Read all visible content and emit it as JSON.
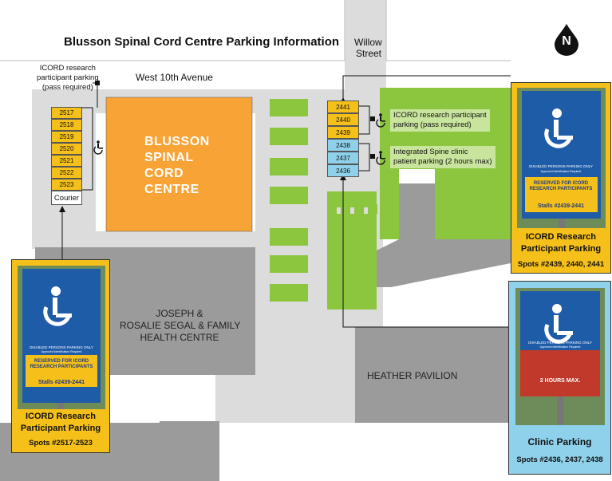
{
  "title": "Blusson Spinal Cord Centre Parking Information",
  "streets": {
    "willow_line1": "Willow",
    "willow_line2": "Street",
    "west10": "West 10th Avenue"
  },
  "north_label": "N",
  "buildings": {
    "blusson": [
      "BLUSSON",
      "SPINAL",
      "CORD",
      "CENTRE"
    ],
    "segal": [
      "JOSEPH &",
      "ROSALIE SEGAL & FAMILY",
      "HEALTH CENTRE"
    ],
    "heather": "HEATHER PAVILION"
  },
  "notes": {
    "top_left": [
      "ICORD research",
      "participant parking",
      "(pass required)"
    ],
    "icord_right": [
      "ICORD research participant",
      "parking (pass required)"
    ],
    "clinic_right": [
      "Integrated Spine clinic",
      "patient parking (2 hours max)"
    ]
  },
  "stalls_left": [
    "2517",
    "2518",
    "2519",
    "2520",
    "2521",
    "2522",
    "2523"
  ],
  "courier": "Courier",
  "stalls_right_icord": [
    "2441",
    "2440",
    "2439"
  ],
  "stalls_right_clinic": [
    "2438",
    "2437",
    "2436"
  ],
  "cards": {
    "left": {
      "title": [
        "ICORD Research",
        "Participant Parking"
      ],
      "spots": "Spots #2517-2523"
    },
    "right_top": {
      "title": [
        "ICORD Research",
        "Participant Parking"
      ],
      "spots": "Spots #2439, 2440, 2441"
    },
    "right_bottom": {
      "title": "Clinic Parking",
      "spots": "Spots #2436, 2437, 2438"
    }
  },
  "sign_icord": {
    "header": "DISABLED PERSONS PARKING ONLY",
    "sub": "Approved Identification Required",
    "reserved": [
      "RESERVED FOR ICORD",
      "RESEARCH PARTICIPANTS"
    ],
    "stalls_left": "Stalls #2439-2441",
    "stalls_right": "Stalls #2439-2441"
  },
  "sign_clinic": {
    "header": "DISABLED PERSONS PARKING ONLY",
    "sub": "Approved Identification Required",
    "max": "2 HOURS MAX."
  },
  "colors": {
    "road_gray": "#dcdcdc",
    "building_gray": "#9b9b9b",
    "blusson_orange": "#f7a335",
    "green": "#8cc63e",
    "stall_yellow": "#f5c01a",
    "stall_blue": "#8fd0ea",
    "sign_blue": "#1f5ca8"
  }
}
